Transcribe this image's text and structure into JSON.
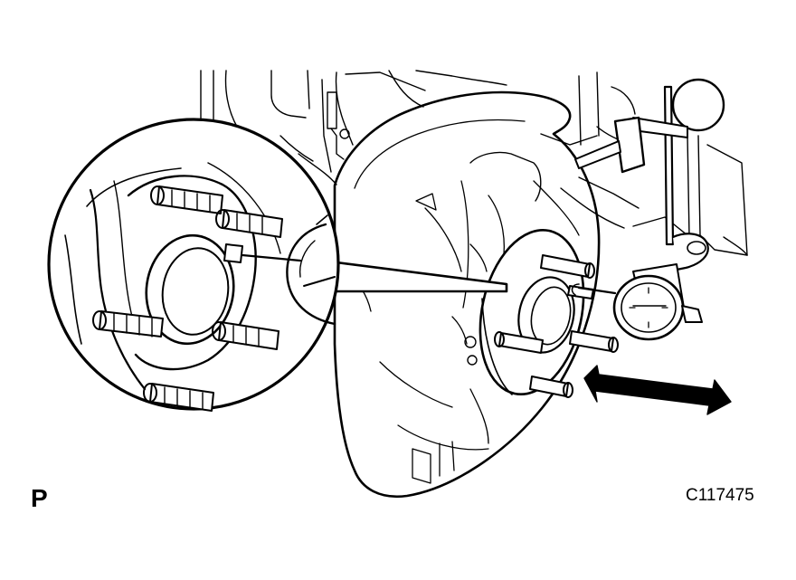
{
  "figure": {
    "corner_letter": "P",
    "figure_code": "C117475",
    "colors": {
      "line": "#000000",
      "background": "#ffffff"
    },
    "components": [
      "suspension-background",
      "brake-dust-shield",
      "axle-hub",
      "hub-bolt",
      "dial-indicator",
      "magnetic-base",
      "detail-callout",
      "movement-arrow"
    ],
    "hub_bolt_count": 5
  }
}
